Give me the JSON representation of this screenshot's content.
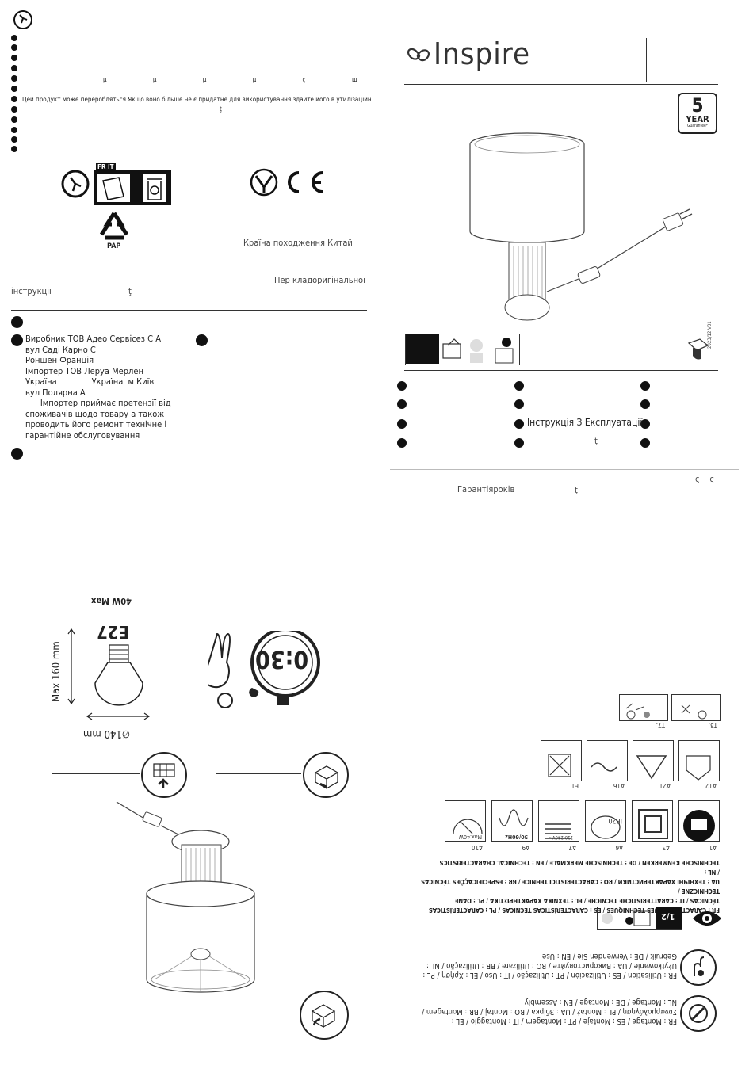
{
  "left": {
    "recycle_line": "Цей продукт може переробляться Якщо воно більше не є придатне для використування здайте його в утилізаційний центр",
    "mu_marks": "µ µ µ µ ς ш",
    "country": "Країна походження Китай",
    "translation_line1": "Пер кладоригінальної",
    "translation_line2": "інструкції",
    "fr_it_badge": "FR  IT",
    "pap_label": "PAP",
    "tail_glyph": "ţ",
    "manufacturer": [
      "Виробник  ТОВ  Адео Сервісез С А",
      "вул  Саді Карно  С",
      "Роншен  Франція",
      "Імпортер  ТОВ  Леруа Мерлен",
      "Україна              Україна  м Київ",
      "вул  Полярна     А",
      "      Імпортер приймає претензії від",
      "споживачів щодо товару  а також",
      "проводить його ремонт  технічне і",
      "гарантійне обслуговування"
    ]
  },
  "right": {
    "brand": "Inspire",
    "guarantee_num": "5",
    "guarantee_word": "YEAR",
    "guarantee_sub": "Guarantee*",
    "manual_title": "Інструкція З Експлуатації",
    "guarantee_text": "Гарантіяроків",
    "code_label": "2023/12 V01",
    "tail_glyph": "ţ",
    "sigma_marks": "ς    ς"
  },
  "bottom_left": {
    "max_watt": "40W Max",
    "socket": "E27",
    "max_height": "Max 160 mm",
    "diameter": "∅140 mm",
    "timer": "0:30"
  },
  "bottom_right": {
    "tech_title": "FR : CARACTÉRISTIQUES TECHNIQUES / ES : CARACTERÍSTICAS TÉCNICAS / PL : CARACTERÍSTICAS",
    "tech_line2": "TÉCNICAS / IT : CARATTERISTICHE TECNICHE / EL : ΤΕΧΝΙΚΑ ΧΑΡΑΚΤΗΡΙΣΤΙΚΑ / PL : DANE TECHNICZNE /",
    "tech_line3": "UA : ТЕХНІЧНІ ХАРАКТЕРИСТИКИ / RO : CARACTERISTICI TEHNICE / BR : ESPECIFICAÇÕES TÉCNICAS / NL :",
    "tech_line4": "TECHNISCHE KENMERKEN / DE : TECHNISCHE MERKMALE / EN : TECHNICAL CHARACTERISTICS",
    "page_num": "1/2",
    "use_line1": "FR : Utilisation / ES : Utilización / PT : Utilização / IT : Uso / EL : Χρήση / PL :",
    "use_line2": "Użytkowanie / UA : Використовуйте / RO : Utilizare / BR : Utilização / NL :",
    "use_line3": "Gebruik / DE : Verwenden Sie / EN : Use",
    "assy_line1": "FR : Montage / ES : Montaje / PT : Montagem / IT : Montaggio / EL :",
    "assy_line2": "Συναρμολόγηση / PL : Montaż / UA : Збірка / RO : Montaj / BR : Montagem /",
    "assy_line3": "NL : Montage / DE : Montage / EN : Assembly",
    "icons_row1": [
      "A1.",
      "A3.",
      "A6.",
      "A7.",
      "A9.",
      "A10."
    ],
    "icons_row2": [
      "A12.",
      "A21.",
      "A16.",
      "E1."
    ],
    "icons_row3": [
      "T3.",
      "T7."
    ],
    "ip_label": "IP20",
    "volt_label": "110-240V~",
    "hz_label": "50/60Hz",
    "max_label": "Max.40W"
  }
}
